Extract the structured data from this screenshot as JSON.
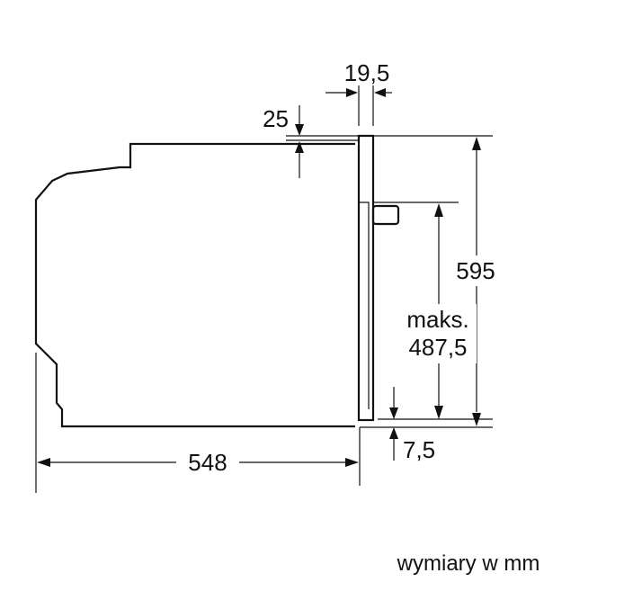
{
  "dimensions": {
    "door_thickness": "19,5",
    "top_gap": "25",
    "total_height": "595",
    "max_label": "maks.",
    "max_value": "487,5",
    "bottom_offset": "7,5",
    "depth": "548"
  },
  "units_note": "wymiary w mm"
}
